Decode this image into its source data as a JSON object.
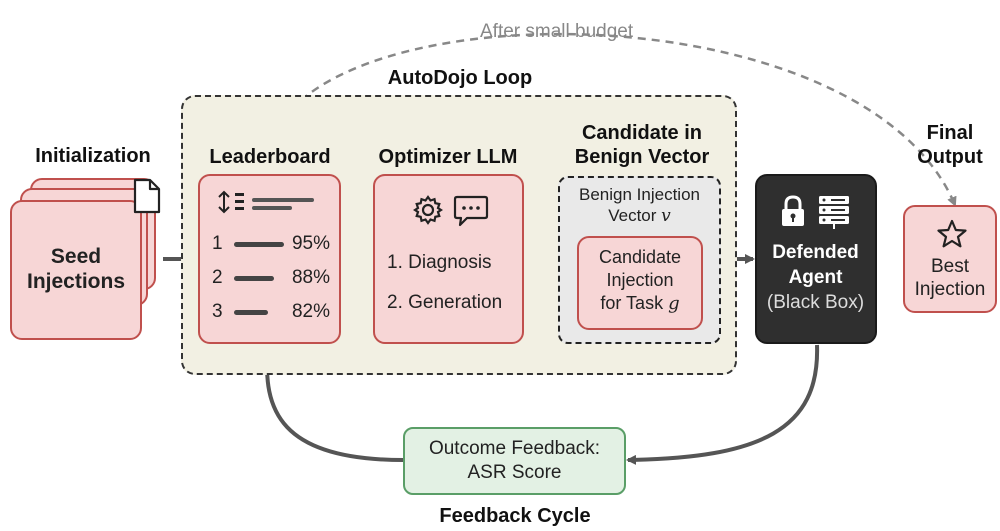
{
  "top_arrow_label": "After small budget",
  "loop_title": "AutoDojo Loop",
  "initialization": {
    "heading": "Initialization",
    "box_text_line1": "Seed",
    "box_text_line2": "Injections"
  },
  "leaderboard": {
    "heading": "Leaderboard",
    "rows": [
      {
        "rank": "1",
        "score": "95%"
      },
      {
        "rank": "2",
        "score": "88%"
      },
      {
        "rank": "3",
        "score": "82%"
      }
    ]
  },
  "optimizer": {
    "heading": "Optimizer LLM",
    "step1": "1. Diagnosis",
    "step2": "2. Generation"
  },
  "candidate": {
    "heading_line1": "Candidate in",
    "heading_line2": "Benign Vector",
    "vector_label_line1": "Benign Injection",
    "vector_label_line2": "Vector",
    "vector_symbol": "v",
    "inner_line1": "Candidate",
    "inner_line2": "Injection",
    "inner_line3": "for Task",
    "task_symbol": "g"
  },
  "defended_agent": {
    "line1": "Defended",
    "line2": "Agent",
    "line3": "(Black Box)"
  },
  "final": {
    "heading_line1": "Final",
    "heading_line2": "Output",
    "box_line1": "Best",
    "box_line2": "Injection"
  },
  "feedback": {
    "box_line1": "Outcome Feedback:",
    "box_line2": "ASR Score",
    "caption": "Feedback Cycle"
  },
  "colors": {
    "pink_fill": "#f7d6d6",
    "pink_border": "#c0504d",
    "loop_fill": "#f2f0e3",
    "dark_fill": "#2f2f2f",
    "green_fill": "#e3f1e4",
    "green_border": "#5a9e67",
    "arrow": "#555555"
  },
  "icons": {
    "seed": "document-icon",
    "leaderboard": "sort-list-icon",
    "optimizer_1": "gear-icon",
    "optimizer_2": "chat-bubble-icon",
    "agent_1": "lock-icon",
    "agent_2": "server-icon",
    "final": "star-icon"
  }
}
